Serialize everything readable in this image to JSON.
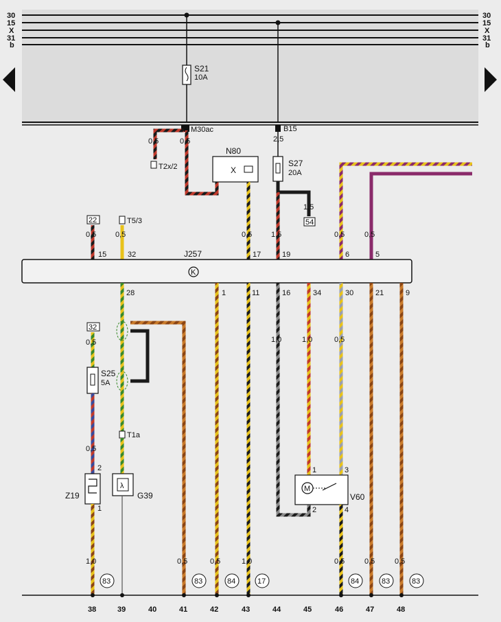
{
  "bus": {
    "labels": [
      "30",
      "15",
      "X",
      "31",
      "b"
    ]
  },
  "components": {
    "s21": {
      "name": "S21",
      "rating": "10A"
    },
    "m30ac": "M30ac",
    "b15": "B15",
    "t2x2": "T2x/2",
    "n80": "N80",
    "s27": {
      "name": "S27",
      "rating": "20A"
    },
    "j257": "J257",
    "k": "K",
    "t53": "T5/3",
    "s25": {
      "name": "S25",
      "rating": "5A"
    },
    "t1a": "T1a",
    "z19": "Z19",
    "g39": "G39",
    "v60": "V60",
    "pin_box_22": "22",
    "pin_box_32": "32",
    "pin_box_54": "54"
  },
  "wire_sizes": {
    "m30_left": "0,5",
    "m30_right": "0,5",
    "b15": "2,5",
    "s27_out": "1,5",
    "w15": "0,5",
    "w32": "0,5",
    "w17": "0,5",
    "w19": "1,5",
    "w6": "0,5",
    "w5": "0,5",
    "s25_in": "0,5",
    "s25_out": "0,5",
    "z19_out": "1,0",
    "w41": "0,5",
    "w42": "0,5",
    "w43": "1,0",
    "w16": "1,0",
    "w34": "1,0",
    "w30": "0,5",
    "w46": "0,5",
    "w47": "0,5",
    "w48": "0,5"
  },
  "top_pins": [
    "15",
    "32",
    "17",
    "19",
    "6",
    "5"
  ],
  "bottom_pins": [
    "28",
    "1",
    "11",
    "16",
    "34",
    "30",
    "21",
    "9"
  ],
  "component_pins": {
    "z19_top": "2",
    "z19_bot": "1",
    "v60_1": "1",
    "v60_2": "2",
    "v60_3": "3",
    "v60_4": "4"
  },
  "references": [
    "83",
    "83",
    "84",
    "17",
    "84",
    "83",
    "83"
  ],
  "tracks": [
    "38",
    "39",
    "40",
    "41",
    "42",
    "43",
    "44",
    "45",
    "46",
    "47",
    "48"
  ],
  "colors": {
    "red": "#c0392b",
    "yellow": "#e8c21a",
    "black": "#1a1a1a",
    "brown": "#8b4513",
    "green": "#3a8a2a",
    "violet": "#8a2a6a",
    "grey": "#8a8a8a",
    "orange": "#c97a2a"
  }
}
